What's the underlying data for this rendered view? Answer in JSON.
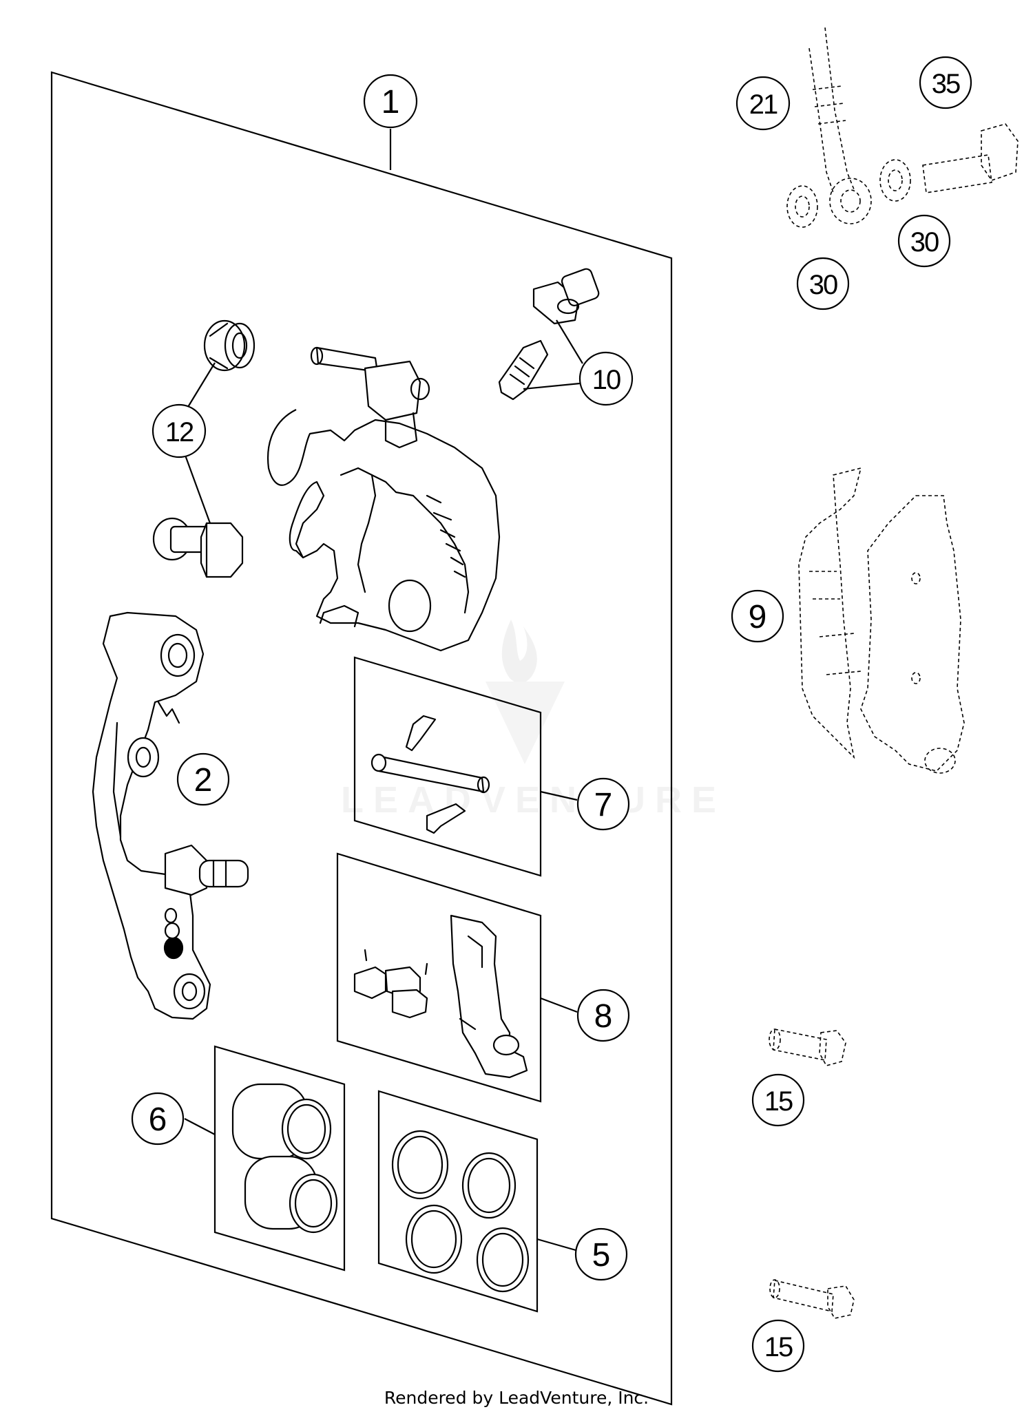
{
  "diagram": {
    "callouts": {
      "c1": "1",
      "c2": "2",
      "c5": "5",
      "c6": "6",
      "c7": "7",
      "c8": "8",
      "c9": "9",
      "c10": "10",
      "c12": "12",
      "c15a": "15",
      "c15b": "15",
      "c21": "21",
      "c30a": "30",
      "c30b": "30",
      "c35": "35"
    },
    "watermark": "LEADVENTURE"
  },
  "footer": {
    "text": "Rendered by LeadVenture, Inc."
  }
}
